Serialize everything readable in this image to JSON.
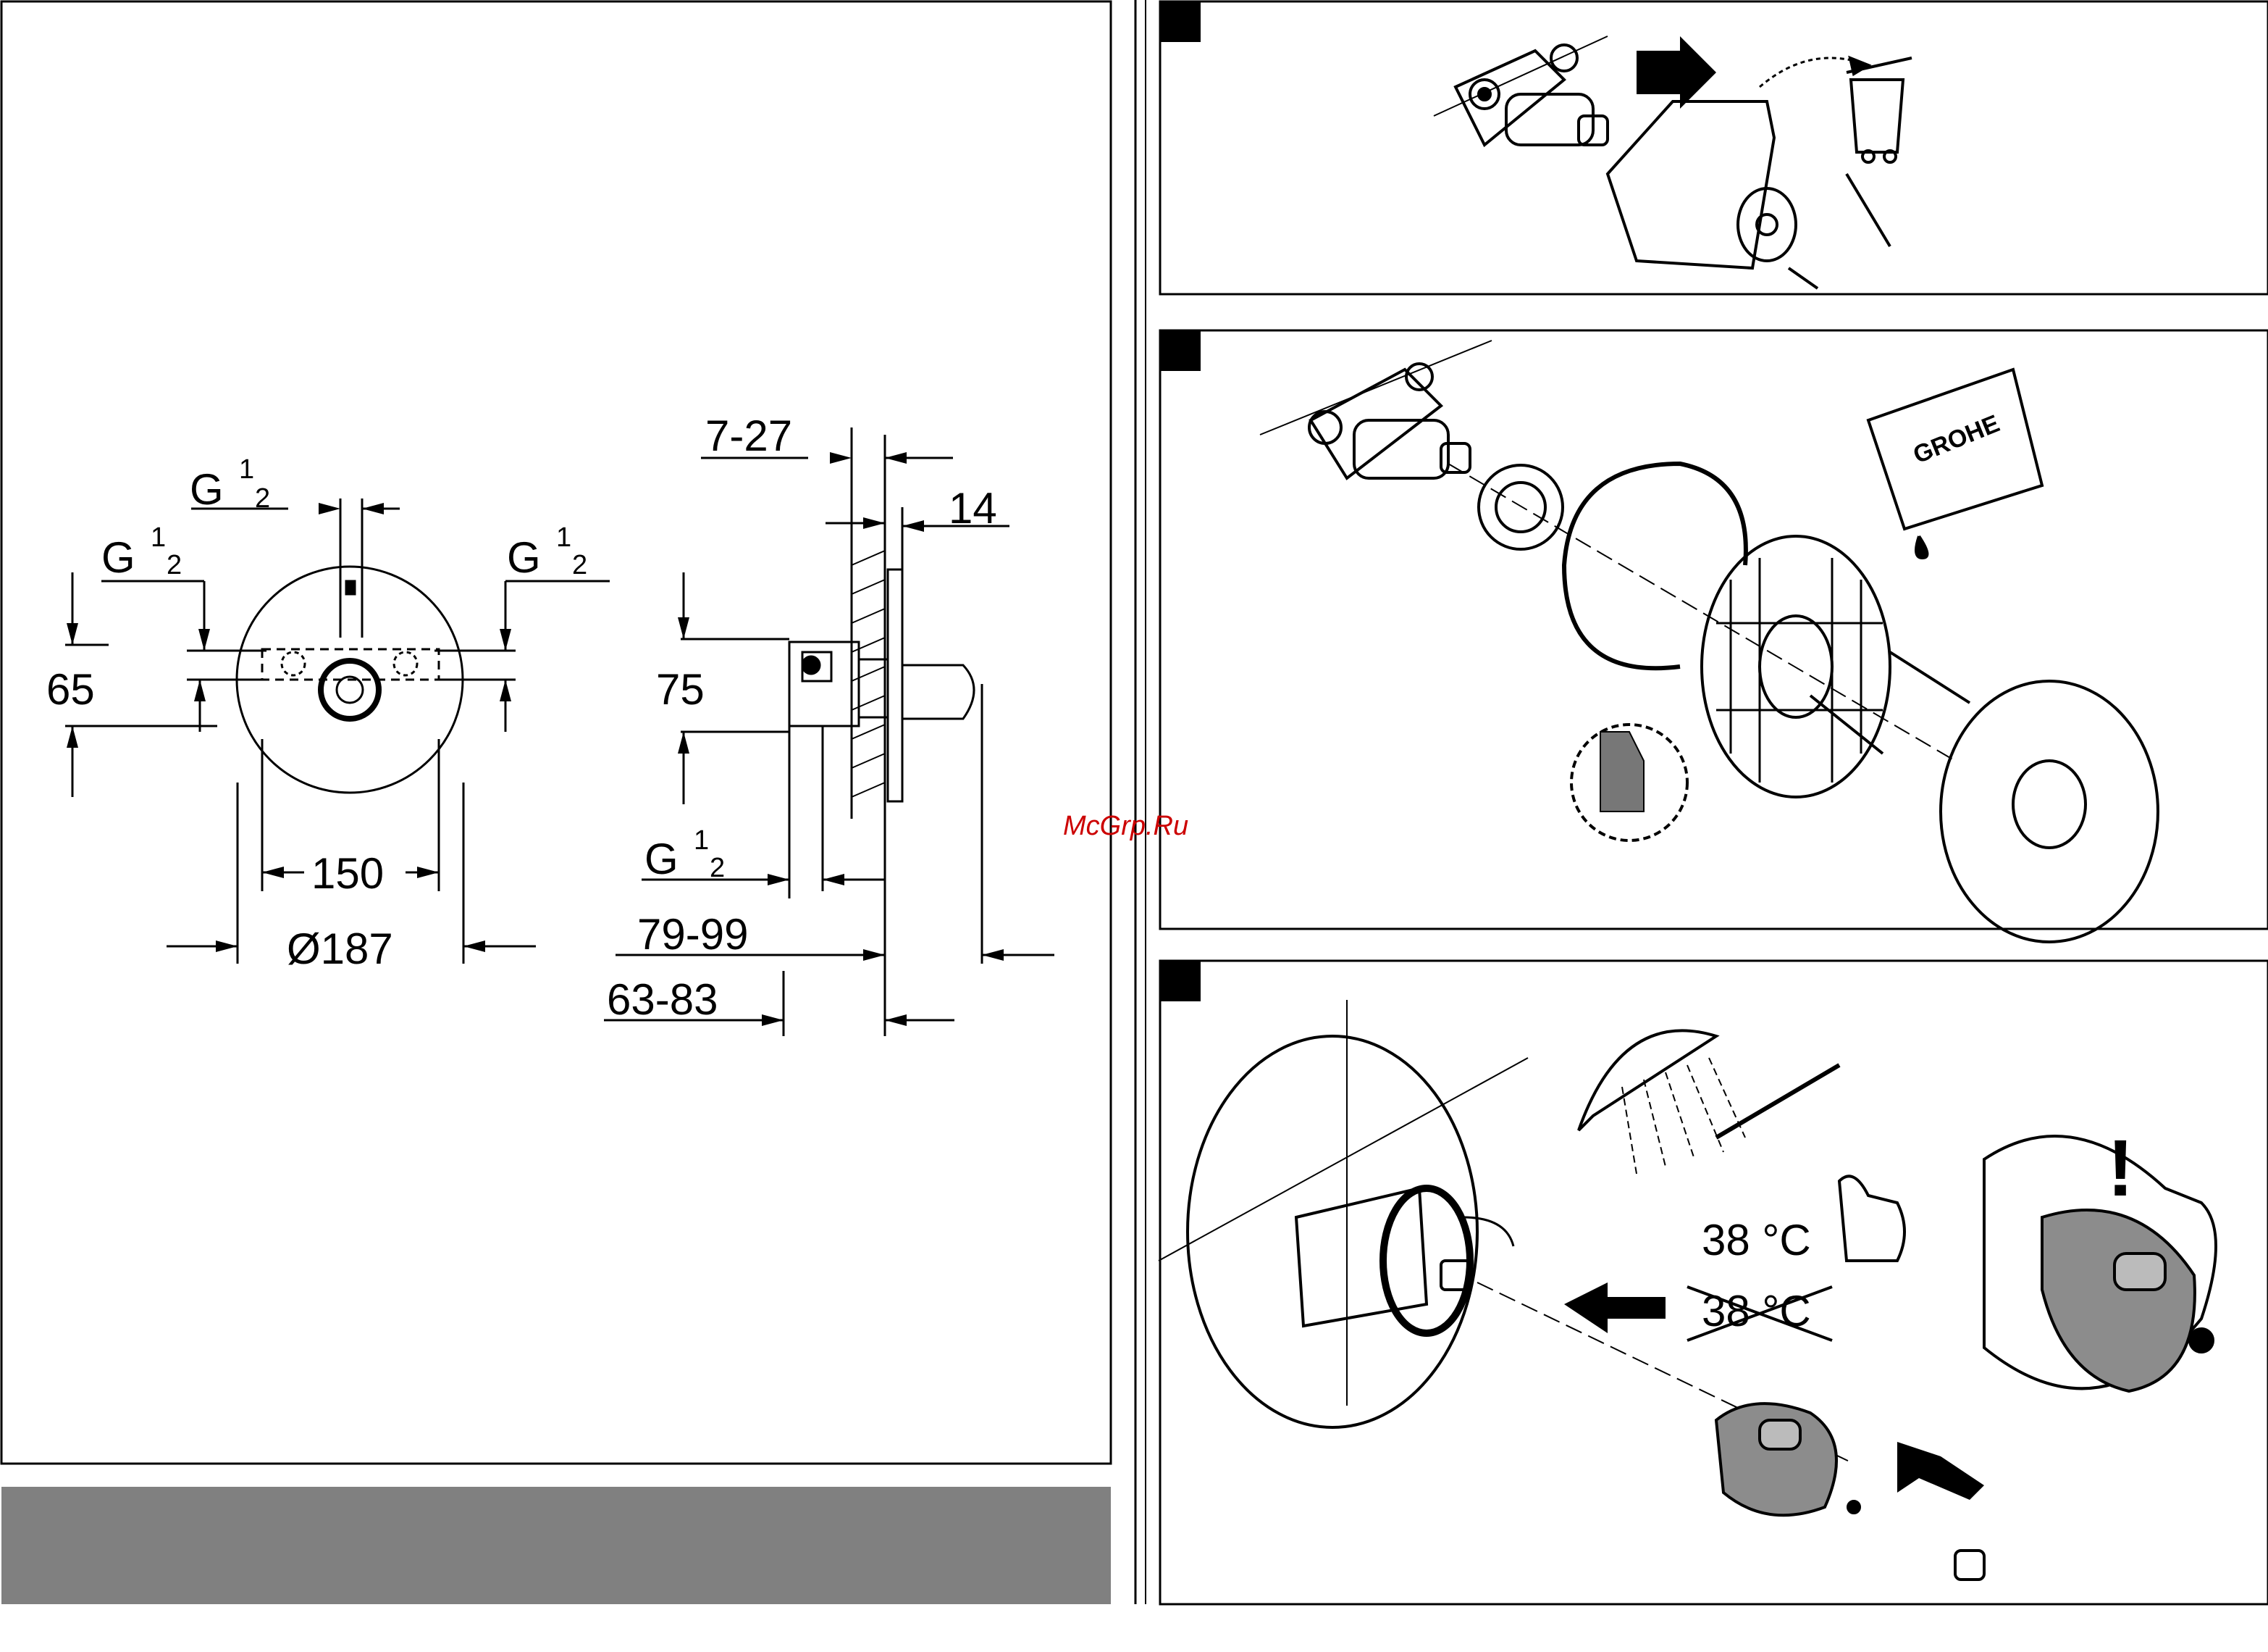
{
  "dimensions": {
    "g_top": "G",
    "g_left": "G",
    "g_right": "G",
    "g_bottom": "G",
    "fraction_num": "1",
    "fraction_den": "2",
    "d65": "65",
    "d150": "150",
    "d187": "Ø187",
    "d7_27": "7-27",
    "d14": "14",
    "d75": "75",
    "d79_99": "79-99",
    "d63_83": "63-83"
  },
  "step3": {
    "temp_ok": "38 °C",
    "temp_wrong": "38 °C",
    "warning_mark": "!"
  },
  "logo": {
    "brand": "GROHE"
  },
  "watermark": "McGrp.Ru",
  "colors": {
    "line": "#000000",
    "gray_bar": "#808080",
    "handle_gray": "#8c8c8c",
    "watermark": "#cc0000"
  }
}
